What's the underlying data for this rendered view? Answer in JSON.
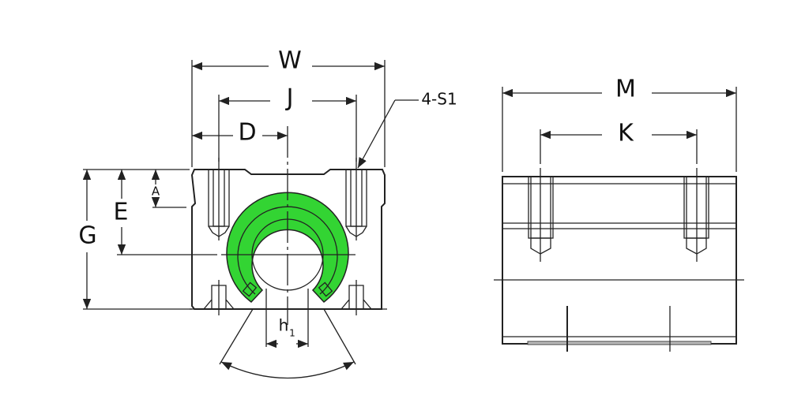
{
  "drawing": {
    "front_view": {
      "labels": {
        "W": "W",
        "J": "J",
        "D": "D",
        "G": "G",
        "E": "E",
        "A": "A",
        "h": "h",
        "h_sub": "1",
        "hole_callout": "4-S1"
      },
      "ring_color": "#33d433"
    },
    "side_view": {
      "labels": {
        "M": "M",
        "K": "K"
      }
    }
  }
}
